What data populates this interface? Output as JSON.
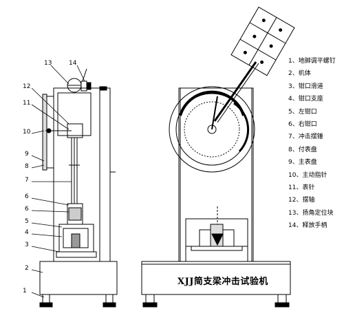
{
  "title": "XJJ简支梁冲击试验机",
  "legend": [
    "1、地脚调平螺钉",
    "2、机体",
    "3、钳口滑道",
    "4、钳口支座",
    "5、左钳口",
    "6、右钳口",
    "7、冲击摆锤",
    "8、付表盘",
    "9、主表盘",
    "10、主动指针",
    "11、表针",
    "12、摆轴",
    "13、扬角定位块",
    "14、释放手柄"
  ],
  "callouts": [
    "13",
    "14",
    "12",
    "11",
    "10",
    "9",
    "8",
    "7",
    "6",
    "6",
    "5",
    "4",
    "3",
    "2",
    "1"
  ]
}
